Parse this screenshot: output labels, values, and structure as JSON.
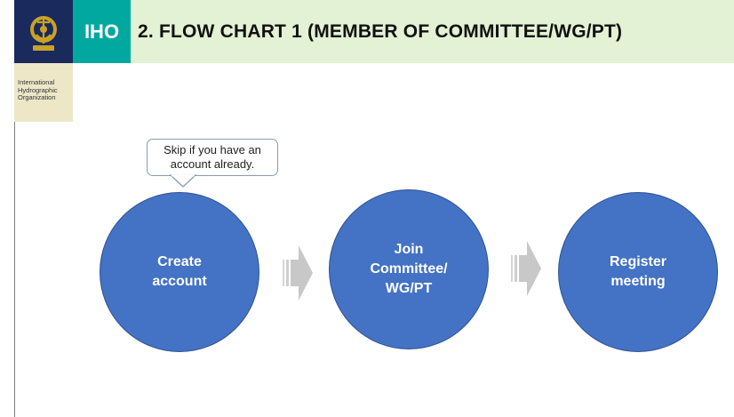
{
  "header": {
    "logo_icon": "iho-crest-icon",
    "abbrev": "IHO",
    "title": "2. FLOW CHART 1 (MEMBER OF COMMITTEE/WG/PT)",
    "org_lines": [
      "International",
      "Hydrographic",
      "Organization"
    ]
  },
  "diagram": {
    "callout": "Skip if you have an account already.",
    "steps": [
      {
        "label": "Create\naccount"
      },
      {
        "label": "Join\nCommittee/\nWG/PT"
      },
      {
        "label": "Register\nmeeting"
      }
    ],
    "arrow_icon": "chevron-right-arrow-icon"
  },
  "colors": {
    "navy": "#1b2a5c",
    "teal": "#00a8a0",
    "title_bg": "#e3f2d4",
    "org_bg": "#ede7c8",
    "circle": "#4472c4",
    "arrow": "#c8c8c8"
  }
}
